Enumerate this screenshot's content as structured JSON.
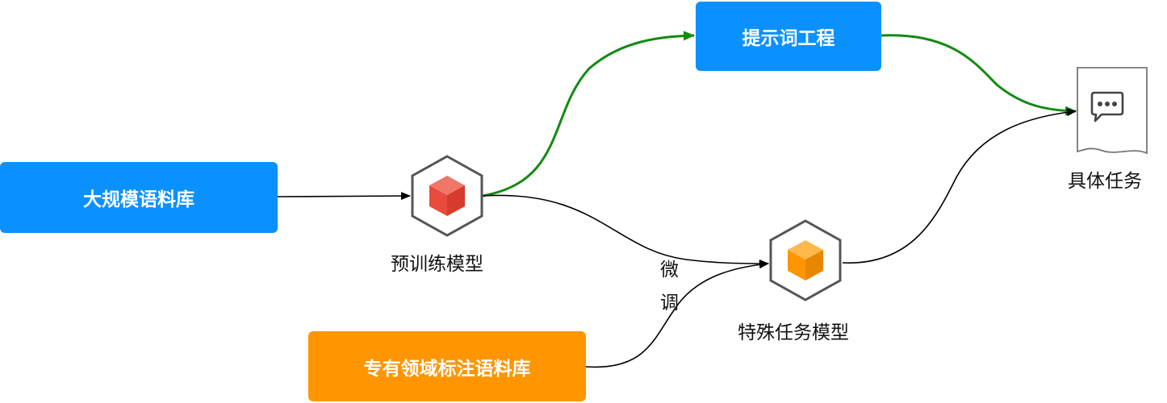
{
  "nodes": {
    "corpus": {
      "label": "大规模语料库",
      "color": "#0a91ff"
    },
    "prompt": {
      "label": "提示词工程",
      "color": "#0a91ff"
    },
    "domain_corpus": {
      "label": "专有领域标注语料库",
      "color": "#ff9500"
    },
    "pretrained": {
      "label": "预训练模型",
      "icon": "cube-icon",
      "color": "#e84b3c"
    },
    "special": {
      "label": "特殊任务模型",
      "icon": "cube-icon",
      "color": "#ff9500"
    },
    "task": {
      "label": "具体任务",
      "icon": "chat-document-icon"
    }
  },
  "edges": {
    "finetune_label_1": "微",
    "finetune_label_2": "调",
    "highlight_color": "#138a12",
    "default_color": "#000000"
  }
}
